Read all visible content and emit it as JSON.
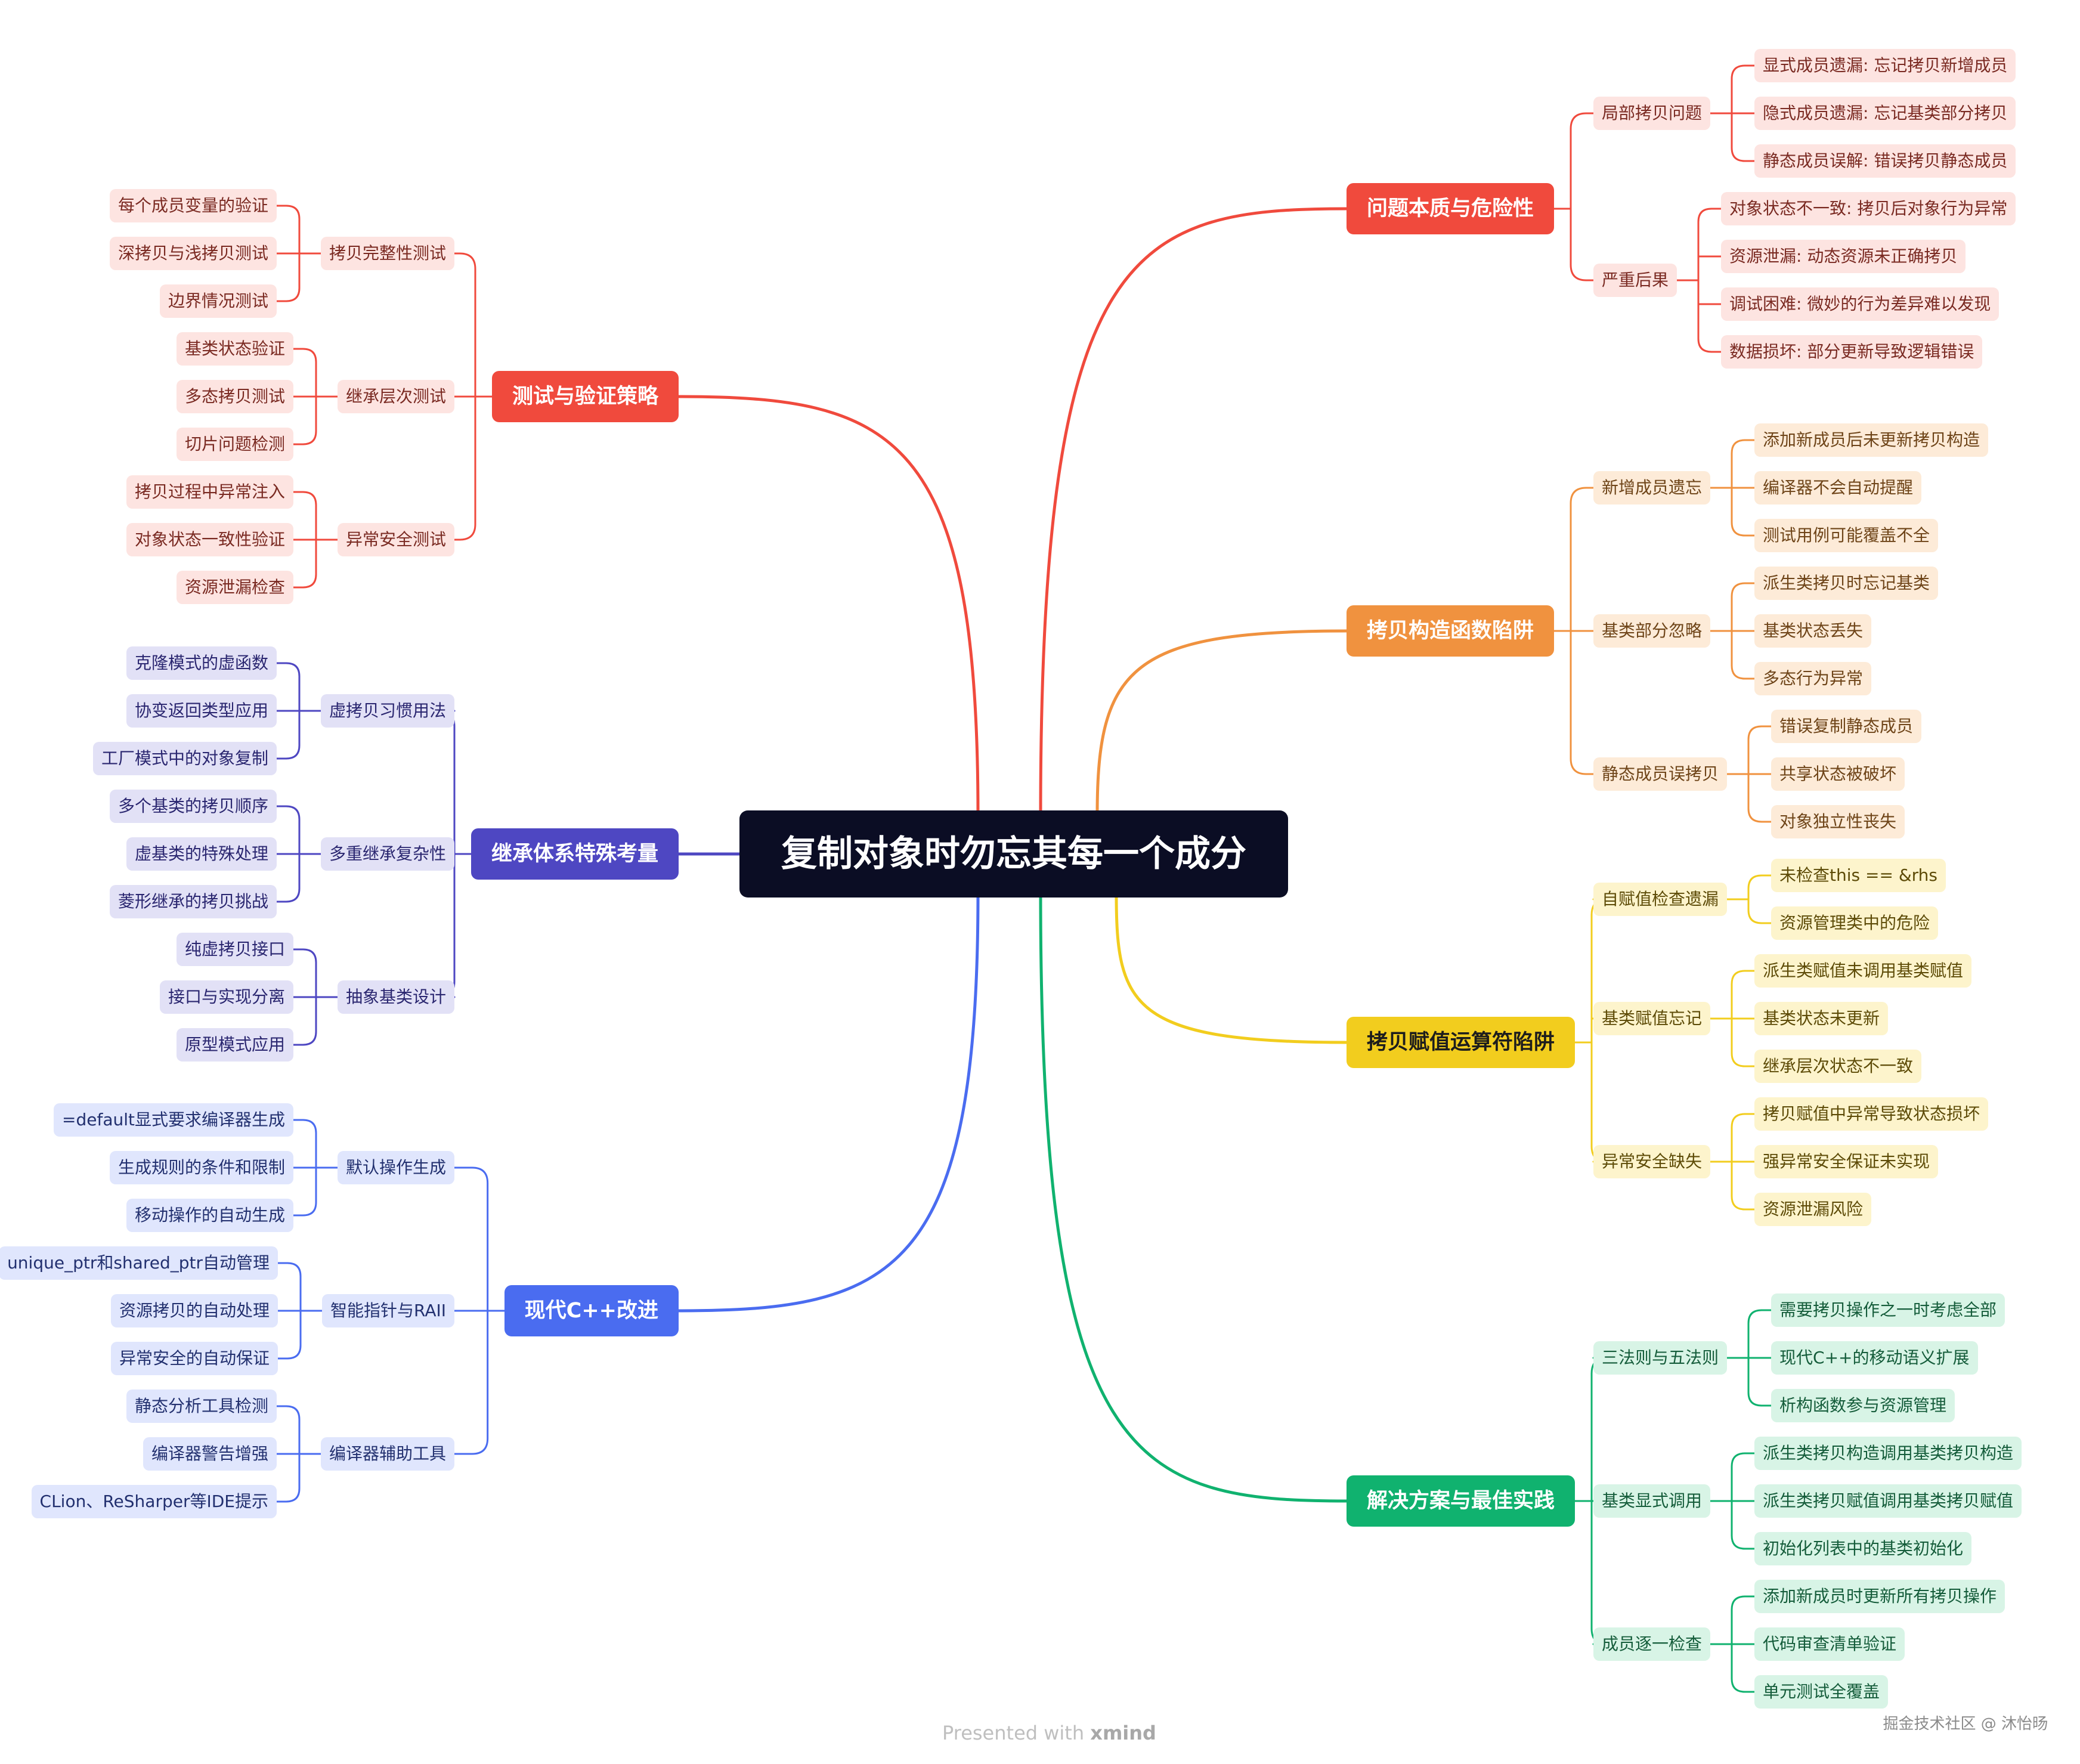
{
  "root": {
    "label": "复制对象时勿忘其每一个成分",
    "color": "#0b0d24"
  },
  "branches": [
    {
      "id": "b1",
      "label": "问题本质与危险性",
      "side": "right",
      "color": "#f04a3d",
      "sub_bg": "#fde4e1",
      "sub_text": "#7a2a22",
      "subs": [
        {
          "label": "局部拷贝问题",
          "leaves": [
            "显式成员遗漏: 忘记拷贝新增成员",
            "隐式成员遗漏: 忘记基类部分拷贝",
            "静态成员误解: 错误拷贝静态成员"
          ]
        },
        {
          "label": "严重后果",
          "leaves": [
            "对象状态不一致: 拷贝后对象行为异常",
            "资源泄漏: 动态资源未正确拷贝",
            "调试困难: 微妙的行为差异难以发现",
            "数据损坏: 部分更新导致逻辑错误"
          ]
        }
      ]
    },
    {
      "id": "b2",
      "label": "拷贝构造函数陷阱",
      "side": "right",
      "color": "#f0923f",
      "sub_bg": "#fdebd8",
      "sub_text": "#6e4418",
      "subs": [
        {
          "label": "新增成员遗忘",
          "leaves": [
            "添加新成员后未更新拷贝构造",
            "编译器不会自动提醒",
            "测试用例可能覆盖不全"
          ]
        },
        {
          "label": "基类部分忽略",
          "leaves": [
            "派生类拷贝时忘记基类",
            "基类状态丢失",
            "多态行为异常"
          ]
        },
        {
          "label": "静态成员误拷贝",
          "leaves": [
            "错误复制静态成员",
            "共享状态被破坏",
            "对象独立性丧失"
          ]
        }
      ]
    },
    {
      "id": "b3",
      "label": "拷贝赋值运算符陷阱",
      "side": "right",
      "color": "#f2cd1e",
      "text_color": "#1d1d1d",
      "sub_bg": "#fdf4cc",
      "sub_text": "#5d4b07",
      "subs": [
        {
          "label": "自赋值检查遗漏",
          "leaves": [
            "未检查this == &rhs",
            "资源管理类中的危险"
          ]
        },
        {
          "label": "基类赋值忘记",
          "leaves": [
            "派生类赋值未调用基类赋值",
            "基类状态未更新",
            "继承层次状态不一致"
          ]
        },
        {
          "label": "异常安全缺失",
          "leaves": [
            "拷贝赋值中异常导致状态损坏",
            "强异常安全保证未实现",
            "资源泄漏风险"
          ]
        }
      ]
    },
    {
      "id": "b4",
      "label": "解决方案与最佳实践",
      "side": "right",
      "color": "#10b26f",
      "sub_bg": "#d8f4e6",
      "sub_text": "#145c3a",
      "subs": [
        {
          "label": "三法则与五法则",
          "leaves": [
            "需要拷贝操作之一时考虑全部",
            "现代C++的移动语义扩展",
            "析构函数参与资源管理"
          ]
        },
        {
          "label": "基类显式调用",
          "leaves": [
            "派生类拷贝构造调用基类拷贝构造",
            "派生类拷贝赋值调用基类拷贝赋值",
            "初始化列表中的基类初始化"
          ]
        },
        {
          "label": "成员逐一检查",
          "leaves": [
            "添加新成员时更新所有拷贝操作",
            "代码审查清单验证",
            "单元测试全覆盖"
          ]
        }
      ]
    },
    {
      "id": "b5",
      "label": "测试与验证策略",
      "side": "left",
      "color": "#f04a3d",
      "sub_bg": "#fde4e1",
      "sub_text": "#7a2a22",
      "subs": [
        {
          "label": "拷贝完整性测试",
          "leaves": [
            "每个成员变量的验证",
            "深拷贝与浅拷贝测试",
            "边界情况测试"
          ]
        },
        {
          "label": "继承层次测试",
          "leaves": [
            "基类状态验证",
            "多态拷贝测试",
            "切片问题检测"
          ]
        },
        {
          "label": "异常安全测试",
          "leaves": [
            "拷贝过程中异常注入",
            "对象状态一致性验证",
            "资源泄漏检查"
          ]
        }
      ]
    },
    {
      "id": "b6",
      "label": "继承体系特殊考量",
      "side": "left",
      "color": "#4e47c2",
      "sub_bg": "#e2e1f6",
      "sub_text": "#2a2670",
      "subs": [
        {
          "label": "虚拷贝习惯用法",
          "leaves": [
            "克隆模式的虚函数",
            "协变返回类型应用",
            "工厂模式中的对象复制"
          ]
        },
        {
          "label": "多重继承复杂性",
          "leaves": [
            "多个基类的拷贝顺序",
            "虚基类的特殊处理",
            "菱形继承的拷贝挑战"
          ]
        },
        {
          "label": "抽象基类设计",
          "leaves": [
            "纯虚拷贝接口",
            "接口与实现分离",
            "原型模式应用"
          ]
        }
      ]
    },
    {
      "id": "b7",
      "label": "现代C++改进",
      "side": "left",
      "color": "#4a6cf0",
      "sub_bg": "#e0e6fd",
      "sub_text": "#22306f",
      "subs": [
        {
          "label": "默认操作生成",
          "leaves": [
            "=default显式要求编译器生成",
            "生成规则的条件和限制",
            "移动操作的自动生成"
          ]
        },
        {
          "label": "智能指针与RAII",
          "leaves": [
            "unique_ptr和shared_ptr自动管理",
            "资源拷贝的自动处理",
            "异常安全的自动保证"
          ]
        },
        {
          "label": "编译器辅助工具",
          "leaves": [
            "静态分析工具检测",
            "编译器警告增强",
            "CLion、ReSharper等IDE提示"
          ]
        }
      ]
    }
  ],
  "footer": {
    "prefix": "Presented with ",
    "brand": "xmind"
  },
  "credit": "掘金技术社区 @ 沐怡旸"
}
